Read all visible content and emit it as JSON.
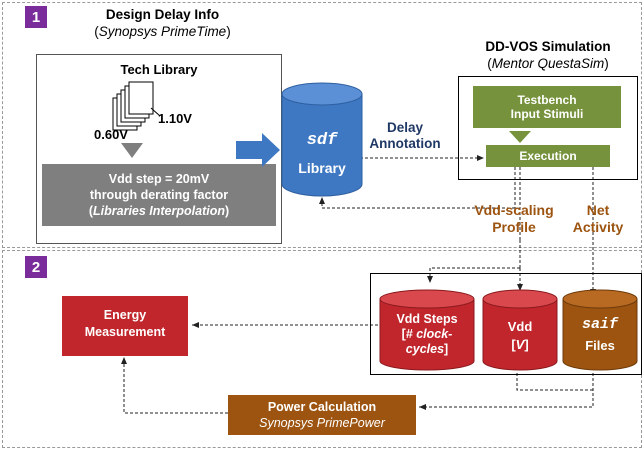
{
  "panel1": {
    "badge": "1"
  },
  "panel2": {
    "badge": "2"
  },
  "design_delay": {
    "title": "Design Delay Info",
    "tool": "Synopsys PrimeTime"
  },
  "tech_library": {
    "title": "Tech Library",
    "v_high": "1.10V",
    "v_low": "0.60V",
    "step_line1": "Vdd step = 20mV",
    "step_line2": "through derating factor",
    "step_line3_open": "(",
    "step_line3_italic": "Libraries Interpolation",
    "step_line3_close": ")"
  },
  "sdf_library": {
    "name": "sdf",
    "label": "Library"
  },
  "delay_annotation": {
    "line1": "Delay",
    "line2": "Annotation"
  },
  "ddvos": {
    "title": "DD-VOS Simulation",
    "tool": "Mentor QuestaSim",
    "testbench_line1": "Testbench",
    "testbench_line2": "Input Stimuli",
    "execution": "Execution"
  },
  "vdd_profile": {
    "line1": "Vdd-scaling",
    "line2": "Profile"
  },
  "net_activity": {
    "line1": "Net",
    "line2": "Activity"
  },
  "energy": {
    "line1": "Energy",
    "line2": "Measurement"
  },
  "cyl_vdd_steps": {
    "line1": "Vdd Steps",
    "line2_open": "[",
    "line2_italic": "# clock-",
    "line3_italic": "cycles",
    "line3_close": "]"
  },
  "cyl_vdd": {
    "line1": "Vdd",
    "line2_open": "[",
    "line2_italic": "V",
    "line2_close": "]"
  },
  "cyl_saif": {
    "line1": "saif",
    "line2": "Files"
  },
  "power_calc": {
    "title": "Power Calculation",
    "tool": "Synopsys PrimePower"
  },
  "colors": {
    "purple": "#7a2c9a",
    "green": "#77923c",
    "red": "#c0262c",
    "brown": "#9c5410",
    "blue": "#3f78c2",
    "gray": "#7f7f7f"
  }
}
